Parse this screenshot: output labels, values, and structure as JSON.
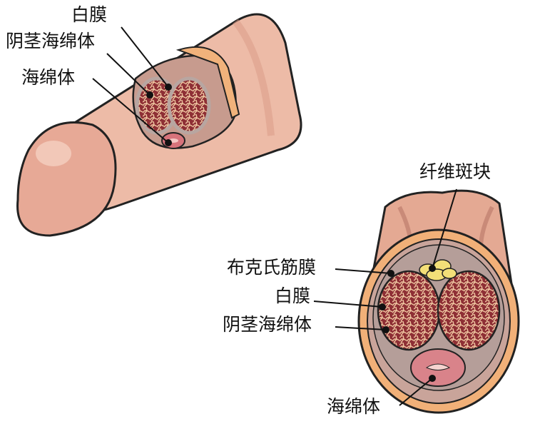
{
  "top_figure": {
    "labels": {
      "tunica_albuginea": "白膜",
      "corpus_cavernosum": "阴茎海绵体",
      "corpus_spongiosum": "海绵体"
    }
  },
  "bottom_figure": {
    "labels": {
      "fibrous_plaque": "纤维斑块",
      "bucks_fascia": "布克氏筋膜",
      "tunica_albuginea": "白膜",
      "corpus_cavernosum": "阴茎海绵体",
      "corpus_spongiosum": "海绵体"
    }
  },
  "colors": {
    "skin": "#ecb8a4",
    "skin_dark": "#d8917c",
    "fat": "#f3b97a",
    "tissue": "#9b3b3f",
    "membrane": "#b7a49f",
    "plaque": "#f4e27a"
  }
}
